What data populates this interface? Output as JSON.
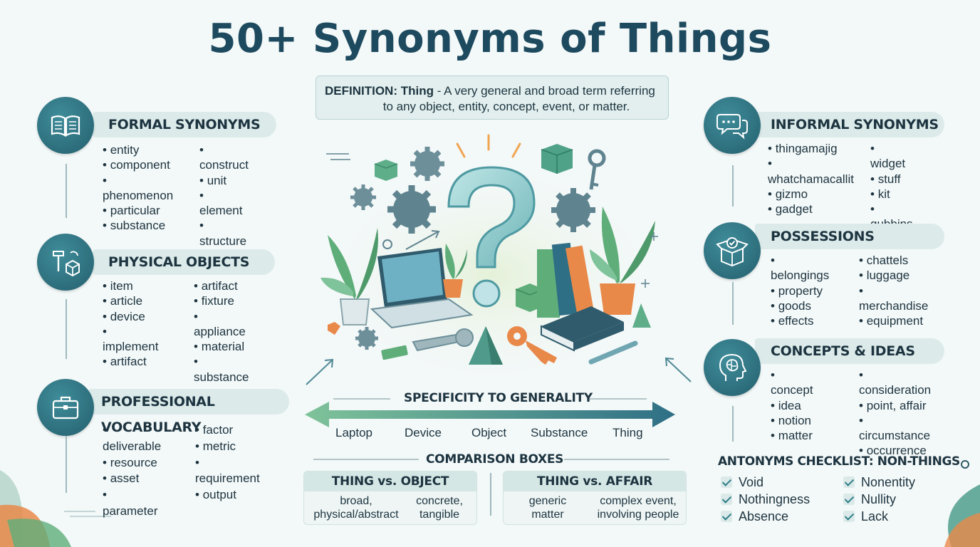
{
  "title": "50+ Synonyms of Things",
  "definition": {
    "term": "DEFINITION: Thing",
    "line1": " - A very general and broad term referring",
    "line2": "to any object, entity, concept, event, or matter."
  },
  "formal": {
    "heading": "FORMAL SYNONYMS",
    "icon": "open-book-icon",
    "col1": [
      "entity",
      "component",
      "phenomenon",
      "particular",
      "substance"
    ],
    "col2": [
      "construct",
      "unit",
      "element",
      "structure"
    ]
  },
  "physical": {
    "heading": "PHYSICAL OBJECTS",
    "icon": "hammer-box-icon",
    "col1": [
      "item",
      "article",
      "device",
      "implement",
      "artifact"
    ],
    "col2": [
      "artifact",
      "fixture",
      "appliance",
      "material",
      "substance"
    ]
  },
  "professional": {
    "heading": "PROFESSIONAL VOCABULARY",
    "icon": "briefcase-icon",
    "col1": [
      "deliverable",
      "resource",
      "asset",
      "parameter"
    ],
    "col2": [
      "factor",
      "metric",
      "requirement",
      "output"
    ]
  },
  "informal": {
    "heading": "INFORMAL SYNONYMS",
    "icon": "chat-bubbles-icon",
    "col1": [
      "thingamajig",
      "whatchamacallit",
      "gizmo",
      "gadget"
    ],
    "col2": [
      "widget",
      "stuff",
      "kit",
      "gubbins"
    ]
  },
  "possessions": {
    "heading": "POSSESSIONS",
    "icon": "box-check-icon",
    "col1": [
      "belongings",
      "property",
      "goods",
      "effects"
    ],
    "col2": [
      "chattels",
      "luggage",
      "merchandise",
      "equipment"
    ]
  },
  "concepts": {
    "heading": "CONCEPTS & IDEAS",
    "icon": "head-brain-icon",
    "col1": [
      "concept",
      "idea",
      "notion",
      "matter"
    ],
    "col2": [
      "consideration",
      "point, affair",
      "circumstance",
      "occurrence"
    ]
  },
  "scale": {
    "heading": "SPECIFICITY TO GENERALITY",
    "labels": [
      "Laptop",
      "Device",
      "Object",
      "Substance",
      "Thing"
    ],
    "colors": [
      "#7fc39a",
      "#2f6f86"
    ]
  },
  "comparison": {
    "heading": "COMPARISON BOXES",
    "boxes": [
      {
        "title": "THING vs. OBJECT",
        "left": [
          "broad,",
          "physical/abstract"
        ],
        "right": [
          "concrete,",
          "tangible"
        ]
      },
      {
        "title": "THING vs. AFFAIR",
        "left": [
          "generic",
          "matter"
        ],
        "right": [
          "complex event,",
          "involving people"
        ]
      }
    ]
  },
  "antonyms": {
    "heading": "ANTONYMS CHECKLIST: NON-THINGS",
    "col1": [
      "Void",
      "Nothingness",
      "Absence"
    ],
    "col2": [
      "Nonentity",
      "Nullity",
      "Lack"
    ]
  },
  "colors": {
    "title": "#1e4a5f",
    "icon_circle": "#2f7583",
    "header_bar": "#dcebea",
    "accent_green": "#5fae7a",
    "accent_orange": "#e8894a"
  }
}
